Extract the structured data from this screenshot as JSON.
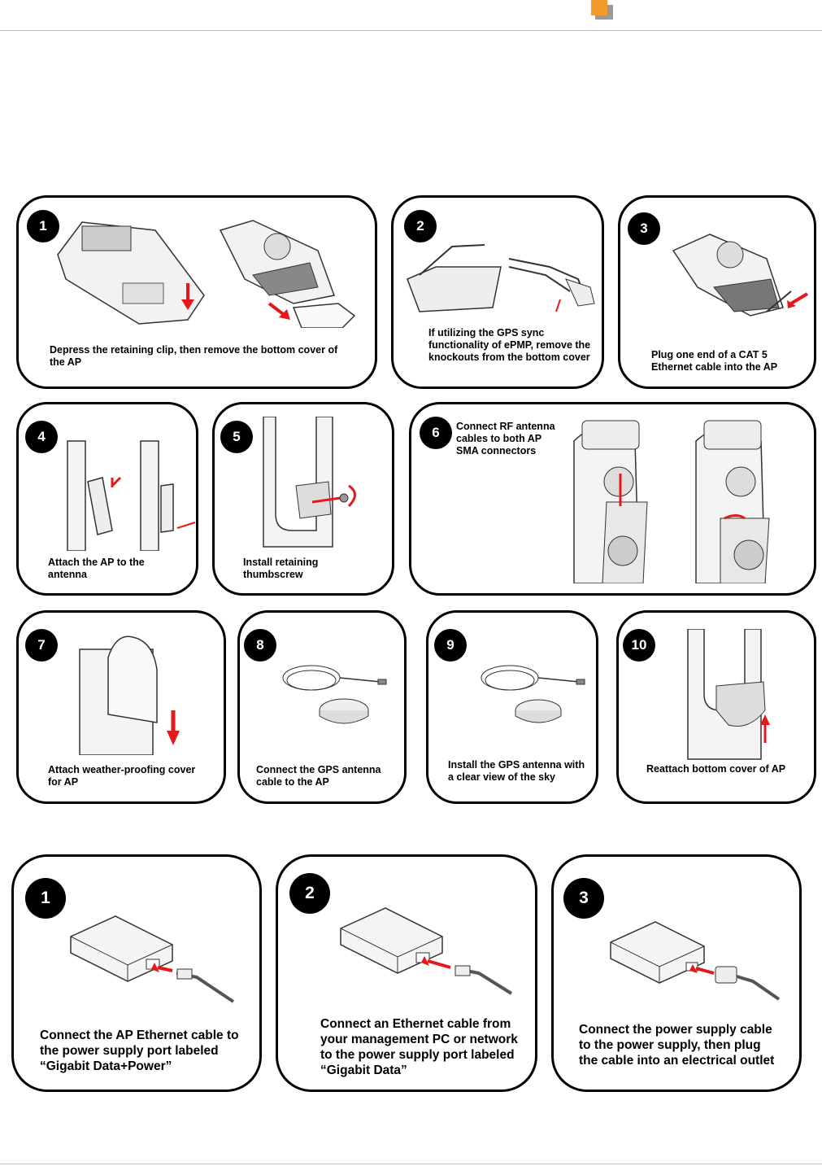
{
  "steps": [
    {
      "num": "1",
      "caption": "Depress the retaining clip, then remove the bottom cover of the AP"
    },
    {
      "num": "2",
      "caption": "If utilizing the GPS sync functionality of ePMP, remove the knockouts from the bottom cover"
    },
    {
      "num": "3",
      "caption": "Plug one end of a CAT 5 Ethernet cable into the AP"
    },
    {
      "num": "4",
      "caption": "Attach the AP to the antenna"
    },
    {
      "num": "5",
      "caption": "Install retaining thumbscrew"
    },
    {
      "num": "6",
      "caption": "Connect RF antenna cables to both AP SMA connectors"
    },
    {
      "num": "7",
      "caption": "Attach weather-proofing cover for AP"
    },
    {
      "num": "8",
      "caption": "Connect the GPS antenna cable to the AP"
    },
    {
      "num": "9",
      "caption": "Install the GPS antenna with a clear view of the sky"
    },
    {
      "num": "10",
      "caption": "Reattach bottom cover of AP"
    }
  ],
  "power_steps": [
    {
      "num": "1",
      "caption": "Connect the AP Ethernet cable to the power supply port labeled “Gigabit Data+Power”"
    },
    {
      "num": "2",
      "caption": "Connect an Ethernet cable from your management PC or network to the power supply port labeled “Gigabit Data”"
    },
    {
      "num": "3",
      "caption": "Connect the power supply cable to the power supply, then plug the cable into an electrical outlet"
    }
  ],
  "colors": {
    "arrow": "#e5191c",
    "logo": "#f39c2b",
    "border": "#000000"
  }
}
